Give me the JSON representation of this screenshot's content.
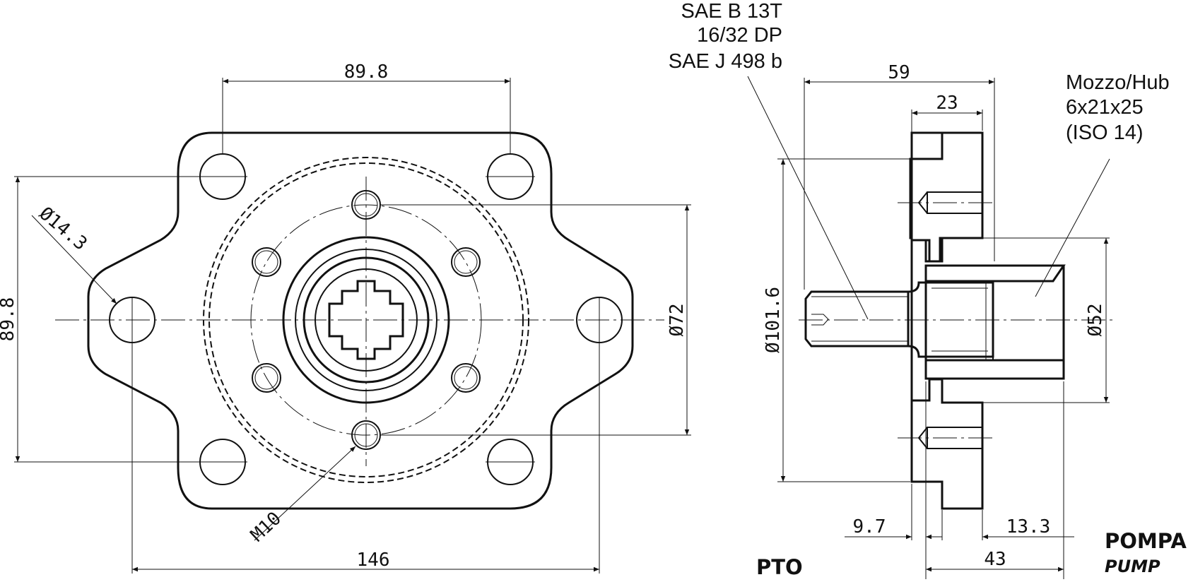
{
  "front_view": {
    "dim_top": "89.8",
    "dim_left": "89.8",
    "dim_bottom": "146",
    "dim_hole_dia": "Ø14.3",
    "dim_bolt_circle": "Ø72",
    "thread_callout": "M10"
  },
  "side_view": {
    "spline_note_1": "SAE B 13T",
    "spline_note_2": "16/32 DP",
    "spline_note_3": "SAE J 498 b",
    "hub_note_1": "Mozzo/Hub",
    "hub_note_2": "6x21x25",
    "hub_note_3": "(ISO 14)",
    "dim_overall_length": "59",
    "dim_flange_width": "23",
    "dim_flange_dia": "Ø101.6",
    "dim_hub_dia": "Ø52",
    "dim_left_offset": "9.7",
    "dim_right_offset": "13.3",
    "dim_hub_length": "43",
    "label_pto": "PTO",
    "label_pump": "POMPA",
    "label_pump_en": "PUMP"
  }
}
